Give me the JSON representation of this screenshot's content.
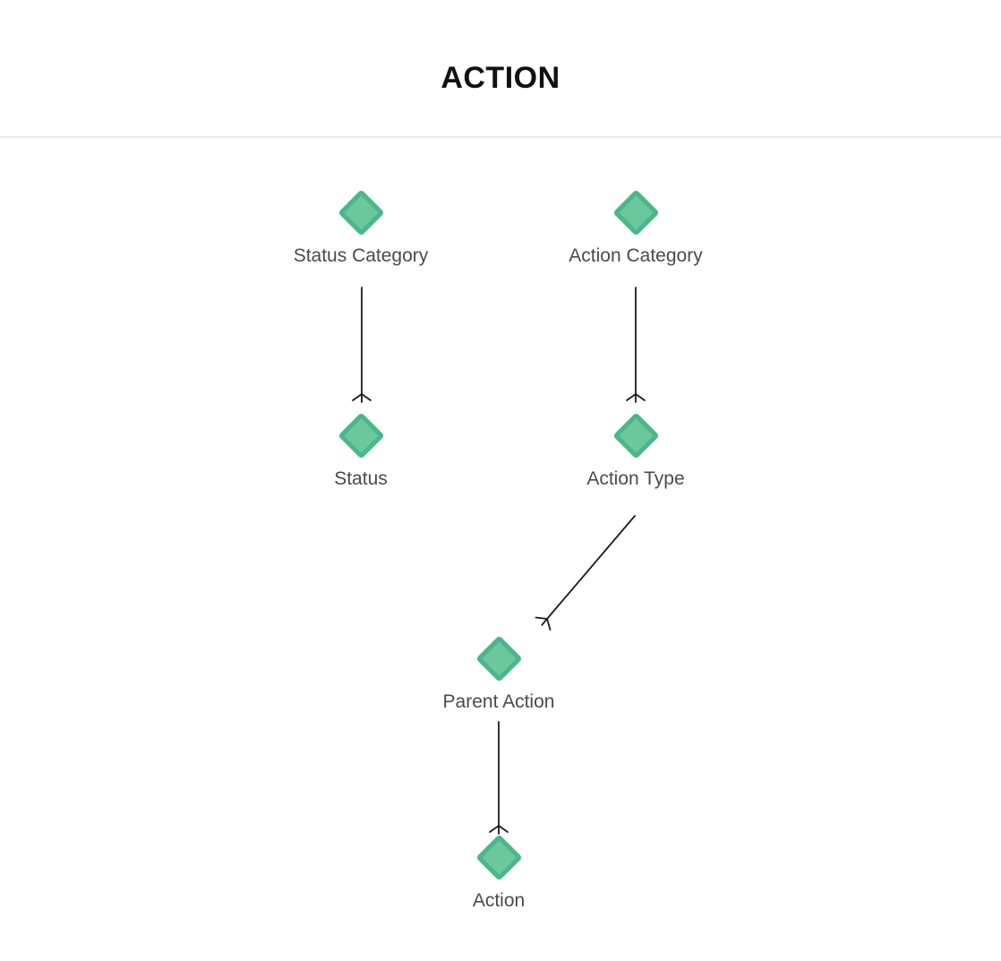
{
  "header": {
    "title": "ACTION"
  },
  "theme": {
    "diamond_fill": "#6bc79d",
    "diamond_stroke": "#4ab788",
    "edge_color": "#1a1a1a",
    "label_color": "#4a4a4a",
    "title_color": "#111111",
    "divider_color": "#ebebeb",
    "page_bg": "#ffffff"
  },
  "diagram": {
    "nodes": [
      {
        "id": "status-category",
        "label": "Status Category",
        "shape": "diamond"
      },
      {
        "id": "action-category",
        "label": "Action Category",
        "shape": "diamond"
      },
      {
        "id": "status",
        "label": "Status",
        "shape": "diamond"
      },
      {
        "id": "action-type",
        "label": "Action Type",
        "shape": "diamond"
      },
      {
        "id": "parent-action",
        "label": "Parent Action",
        "shape": "diamond"
      },
      {
        "id": "action",
        "label": "Action",
        "shape": "diamond"
      }
    ],
    "edges": [
      {
        "from": "Status Category",
        "to": "Status",
        "end_marker": "crow-foot-many"
      },
      {
        "from": "Action Category",
        "to": "Action Type",
        "end_marker": "crow-foot-many"
      },
      {
        "from": "Action Type",
        "to": "Parent Action",
        "end_marker": "crow-foot-many"
      },
      {
        "from": "Parent Action",
        "to": "Action",
        "end_marker": "crow-foot-many"
      }
    ]
  }
}
